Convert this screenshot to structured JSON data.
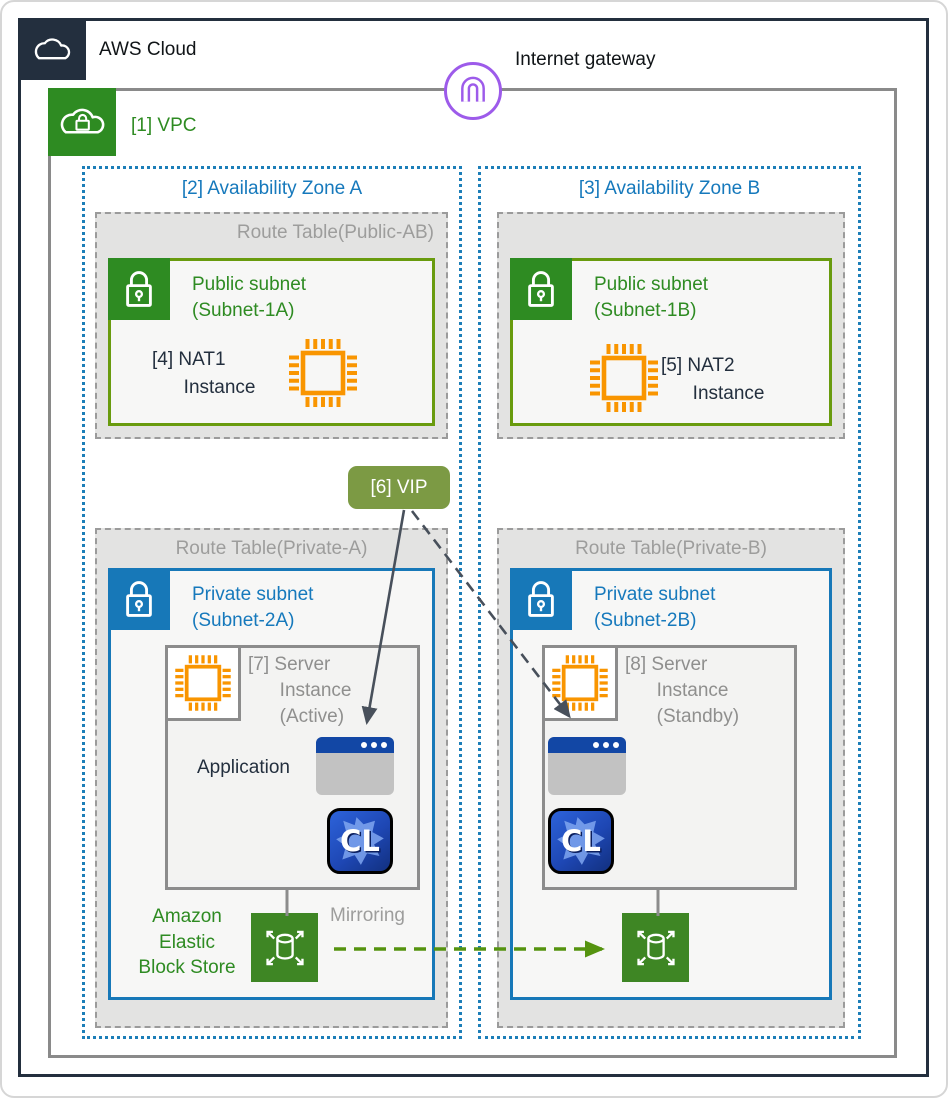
{
  "diagram": {
    "aws_cloud_label": "AWS Cloud",
    "internet_gateway_label": "Internet gateway",
    "vpc_label": "[1] VPC",
    "vip_label": "[6] VIP",
    "mirroring_label": "Mirroring",
    "cl_badge_text": "CL"
  },
  "zone_a": {
    "label": "[2] Availability Zone A",
    "route_table_public_title": "Route Table(Public-AB)",
    "public_subnet_title": "Public subnet\n(Subnet-1A)",
    "nat_label": "[4] NAT1\n      Instance",
    "route_table_private_title": "Route Table(Private-A)",
    "private_subnet_title": "Private subnet\n(Subnet-2A)",
    "server_label": "[7] Server\n      Instance\n      (Active)",
    "application_label": "Application",
    "ebs_label": "Amazon\nElastic\nBlock Store"
  },
  "zone_b": {
    "label": "[3] Availability Zone B",
    "public_subnet_title": "Public subnet\n(Subnet-1B)",
    "nat_label": "[5] NAT2\n      Instance",
    "route_table_private_title": "Route Table(Private-B)",
    "private_subnet_title": "Private subnet\n(Subnet-2B)",
    "server_label": "[8] Server\n      Instance\n      (Standby)"
  },
  "icons": {
    "aws_cloud": "cloud-icon",
    "vpc": "cloud-lock-icon",
    "internet_gateway": "gateway-arch-icon",
    "subnet_lock": "padlock-icon",
    "instance": "chip-icon",
    "application": "app-window-icon",
    "cluster_software": "cl-badge-icon",
    "ebs": "storage-volume-icon"
  },
  "colors": {
    "aws_dark": "#232F3E",
    "green": "#2E8B22",
    "subnet_green_border": "#699B0E",
    "blue": "#1778B8",
    "blue_text": "#1679BC",
    "orange": "#F99500",
    "purple": "#9D5BEA",
    "vip_olive": "#7C9A44",
    "gray_text": "#9D9D9C",
    "arrow_slate": "#48505B",
    "mirror_green": "#55930F",
    "app_titlebar_blue": "#1247A5",
    "ebs_green": "#3E8624"
  }
}
